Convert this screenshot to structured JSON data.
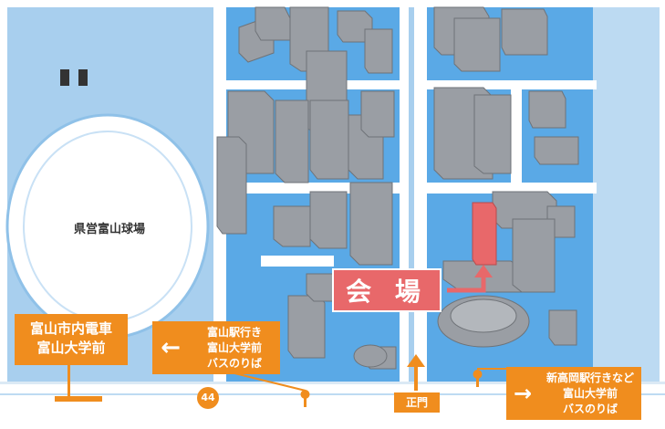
{
  "labels": {
    "stadium": "県営富山球場",
    "venue": "会 場",
    "tram_stop_line1": "富山市内電車",
    "tram_stop_line2": "富山大学前",
    "bus_stop_1_line1": "富山駅行き",
    "bus_stop_1_line2": "富山大学前",
    "bus_stop_1_line3": "バスのりば",
    "bus_stop_2_line1": "新高岡駅行きなど",
    "bus_stop_2_line2": "富山大学前",
    "bus_stop_2_line3": "バスのりば",
    "main_gate": "正門",
    "route_number": "44"
  },
  "colors": {
    "water": "#a8cfee",
    "campus": "#5aa9e6",
    "building": "#9a9ea4",
    "venue": "#e8686a",
    "accent": "#f08d1e",
    "road": "#ffffff"
  },
  "icons": {
    "bus1_arrow": "left-arrow-icon",
    "bus2_arrow": "right-arrow-icon",
    "gate_arrow": "up-arrow-icon",
    "venue_arrow": "up-arrow-icon"
  }
}
